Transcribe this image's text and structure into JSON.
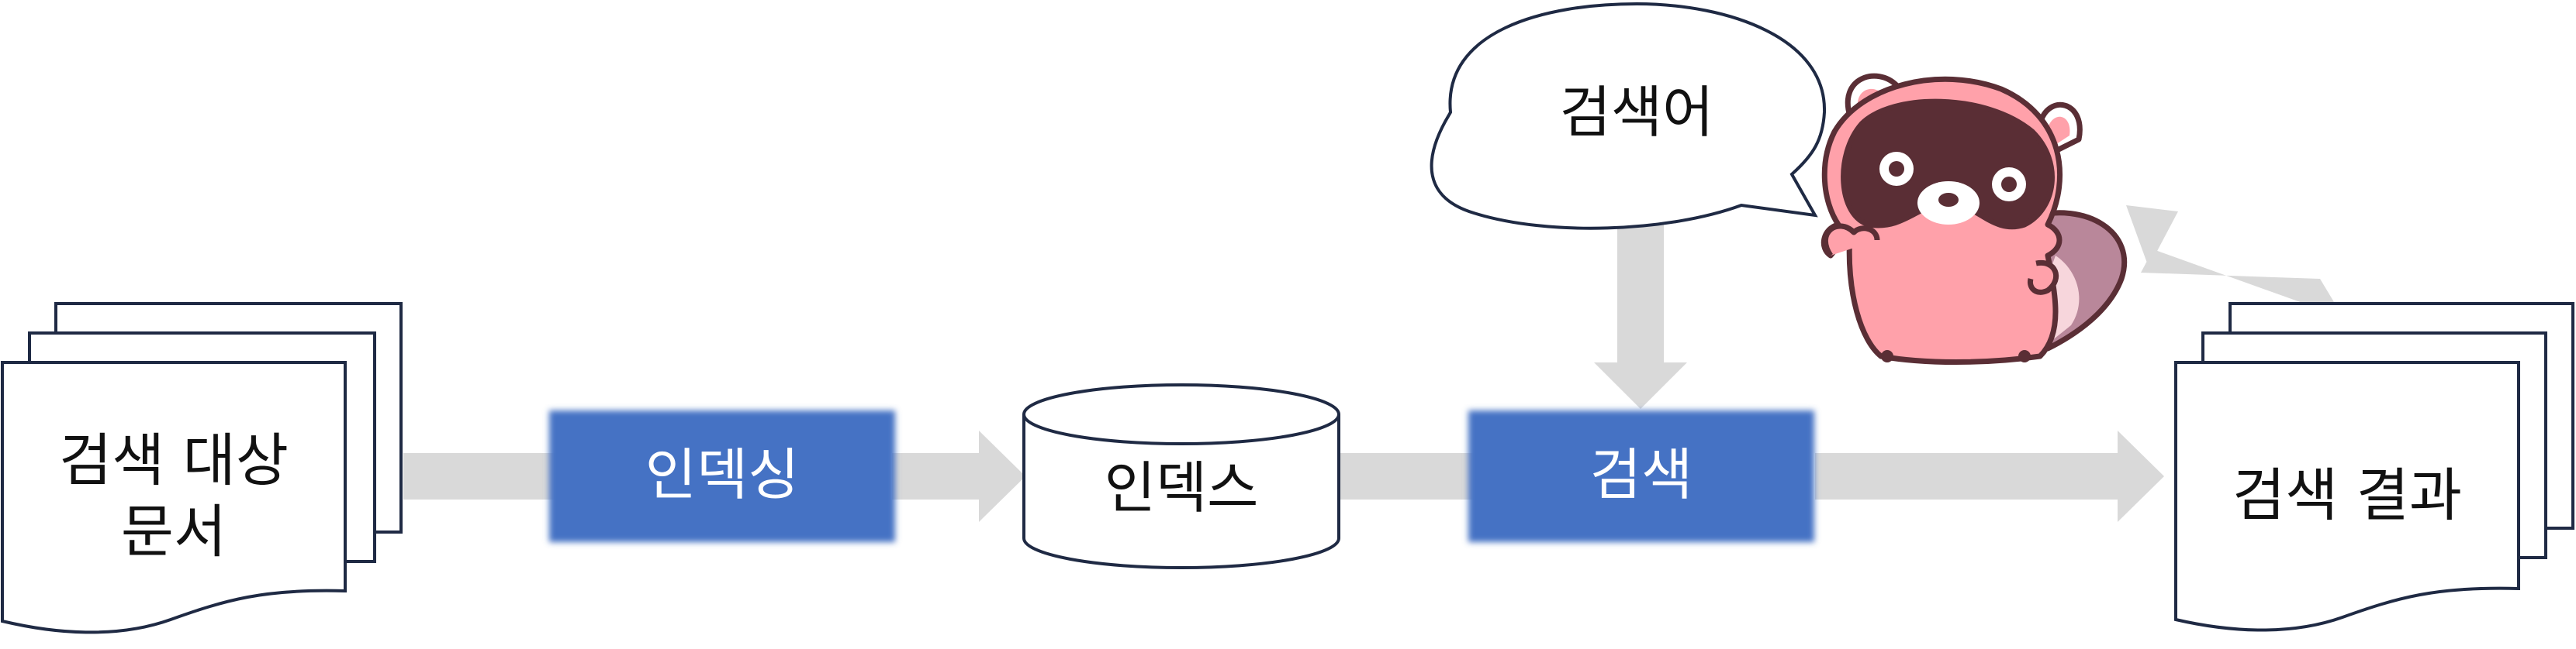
{
  "source_docs": {
    "line1": "검색 대상",
    "line2": "문서"
  },
  "indexing_box": {
    "label": "인덱싱",
    "color": "#4472C4"
  },
  "index_db": {
    "label": "인덱스"
  },
  "query_bubble": {
    "label": "검색어"
  },
  "search_box": {
    "label": "검색",
    "color": "#4472C4"
  },
  "results_docs": {
    "label": "검색 결과"
  },
  "mascot": {
    "icon": "raccoon-mascot-icon",
    "body_color": "#FFA1AA",
    "outline_color": "#5A2E35"
  },
  "colors": {
    "arrow": "#D9D9D9",
    "outline": "#1F2A44",
    "box": "#4472C4"
  }
}
